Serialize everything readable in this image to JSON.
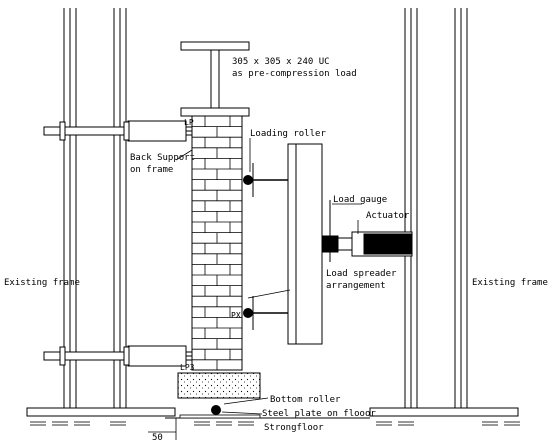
{
  "diagram": {
    "labels": {
      "section": "305 x 305 x 240 UC",
      "section_note": "as pre-compression load",
      "loading_roller": "Loading roller",
      "back_support_1": "Back Support",
      "back_support_2": "on frame",
      "load_gauge": "Load gauge",
      "actuator": "Actuator",
      "load_spreader_1": "Load spreader",
      "load_spreader_2": "arrangement",
      "existing_frame_left": "Existing frame",
      "existing_frame_right": "Existing frame",
      "lp_top": "LP",
      "lp_bottom": "LP3",
      "px": "PX",
      "bottom_roller": "Bottom roller",
      "steel_plate": "Steel plate on flooor",
      "strongfloor": "Strongfloor",
      "dimension": "50"
    }
  }
}
